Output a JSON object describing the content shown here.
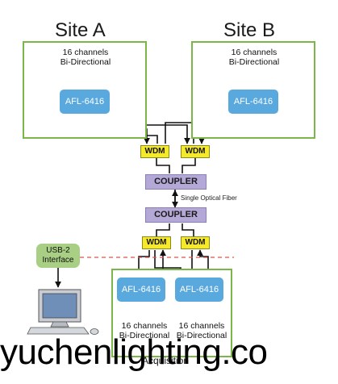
{
  "site_a": {
    "title": "Site A",
    "note_line1": "16 channels",
    "note_line2": "Bi-Directional",
    "device": "AFL-6416"
  },
  "site_b": {
    "title": "Site B",
    "note_line1": "16 channels",
    "note_line2": "Bi-Directional",
    "device": "AFL-6416"
  },
  "wdm_label": "WDM",
  "coupler_label": "COUPLER",
  "fiber_label": "Single Optical Fiber",
  "usb": {
    "line1": "USB-2",
    "line2": "Interface"
  },
  "acquisition": {
    "label": "Acquisition",
    "devices": [
      {
        "device": "AFL-6416",
        "note_line1": "16 channels",
        "note_line2": "Bi-Directional"
      },
      {
        "device": "AFL-6416",
        "note_line1": "16 channels",
        "note_line2": "Bi-Directional"
      }
    ]
  },
  "watermark": "yuchenlighting.co",
  "colors": {
    "site_border": "#7ab648",
    "afl": "#5aa9de",
    "wdm": "#f5e92a",
    "coupler": "#b3a8d6",
    "usb": "#a8cf84",
    "dashed_link": "#d9534f"
  }
}
